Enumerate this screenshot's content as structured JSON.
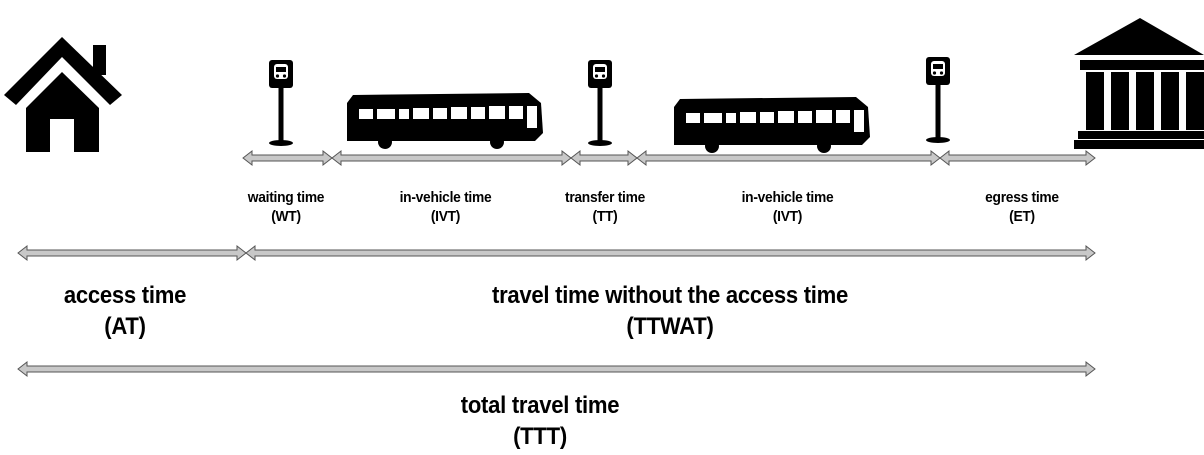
{
  "segments": [
    {
      "label": "waiting time",
      "abbr": "(WT)"
    },
    {
      "label": "in-vehicle time",
      "abbr": "(IVT)"
    },
    {
      "label": "transfer time",
      "abbr": "(TT)"
    },
    {
      "label": "in-vehicle time",
      "abbr": "(IVT)"
    },
    {
      "label": "egress time",
      "abbr": "(ET)"
    }
  ],
  "access": {
    "label": "access time",
    "abbr": "(AT)"
  },
  "ttwat": {
    "label": "travel time without the access time",
    "abbr": "(TTWAT)"
  },
  "total": {
    "label": "total travel time",
    "abbr": "(TTT)"
  },
  "icons": [
    "house-icon",
    "bus-stop-icon",
    "bus-icon",
    "bus-stop-icon",
    "bus-icon",
    "bus-stop-icon",
    "building-icon"
  ],
  "colors": {
    "ink": "#000000",
    "arrow_fill": "#c8c8c8",
    "arrow_stroke": "#555555"
  }
}
